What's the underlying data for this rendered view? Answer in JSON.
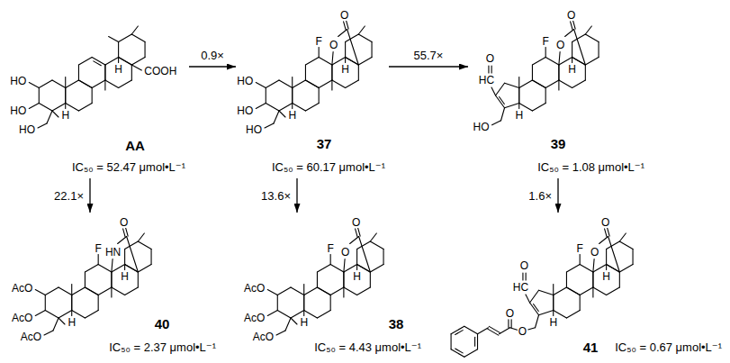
{
  "diagram": {
    "nodes": [
      {
        "text": [
          "AA",
          "IC₅₀ = 52.47 μmol•L⁻¹"
        ]
      },
      {
        "text": [
          "37",
          "IC₅₀ = 60.17 μmol•L⁻¹"
        ]
      },
      {
        "text": [
          "39",
          "IC₅₀ = 1.08 μmol•L⁻¹"
        ]
      },
      {
        "text": [
          "40",
          "IC₅₀ = 2.37 μmol•L⁻¹"
        ]
      },
      {
        "text": [
          "38",
          "IC₅₀ = 4.43 μmol•L⁻¹"
        ]
      },
      {
        "text": [
          "41",
          "IC₅₀ = 0.67 μmol•L⁻¹"
        ]
      }
    ],
    "edges": [
      {
        "from": 0,
        "to": 1,
        "label": "0.9×",
        "arrow": "to"
      },
      {
        "from": 1,
        "to": 2,
        "label": "55.7×",
        "arrow": "to"
      },
      {
        "from": 0,
        "to": 3,
        "label": "22.1×",
        "arrow": "to"
      },
      {
        "from": 1,
        "to": 4,
        "label": "13.6×",
        "arrow": "to"
      },
      {
        "from": 2,
        "to": 5,
        "label": "1.6×",
        "arrow": "to"
      }
    ],
    "labels": [
      "HO",
      "HO",
      "HO",
      "COOH",
      "H",
      "H",
      "HO",
      "HO",
      "HO",
      "F",
      "O",
      "O",
      "H",
      "H",
      "O",
      "HC",
      "F",
      "O",
      "O",
      "HO",
      "H",
      "H",
      "AcO",
      "AcO",
      "AcO",
      "F",
      "HN",
      "O",
      "H",
      "H",
      "AcO",
      "AcO",
      "AcO",
      "F",
      "O",
      "O",
      "H",
      "H",
      "O",
      "HC",
      "F",
      "O",
      "O",
      "O",
      "O",
      "H",
      "H"
    ]
  }
}
